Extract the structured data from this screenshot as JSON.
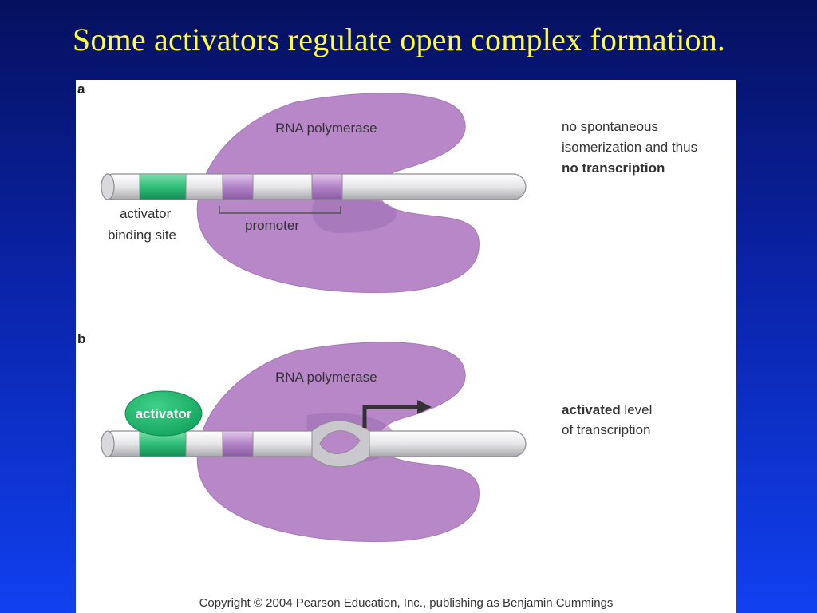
{
  "title": "Some activators regulate open complex formation.",
  "colors": {
    "background_top": "#05105e",
    "background_bottom": "#1040f0",
    "title": "#ffff33",
    "polymerase": "#b787c8",
    "activator": "#22b36a",
    "promoter_box": "#b786c9",
    "dna": "#e4e4e6"
  },
  "panel_a": {
    "label": "a",
    "polymerase_label": "RNA polymerase",
    "site_label_line1": "activator",
    "site_label_line2": "binding site",
    "promoter_label": "promoter",
    "caption_line1": "no spontaneous",
    "caption_line2": "isomerization and thus",
    "caption_line3": "no transcription"
  },
  "panel_b": {
    "label": "b",
    "polymerase_label": "RNA polymerase",
    "activator_label": "activator",
    "caption_bold": "activated",
    "caption_rest1": " level",
    "caption_line2": "of transcription"
  },
  "copyright": "Copyright © 2004 Pearson Education, Inc., publishing as Benjamin Cummings"
}
